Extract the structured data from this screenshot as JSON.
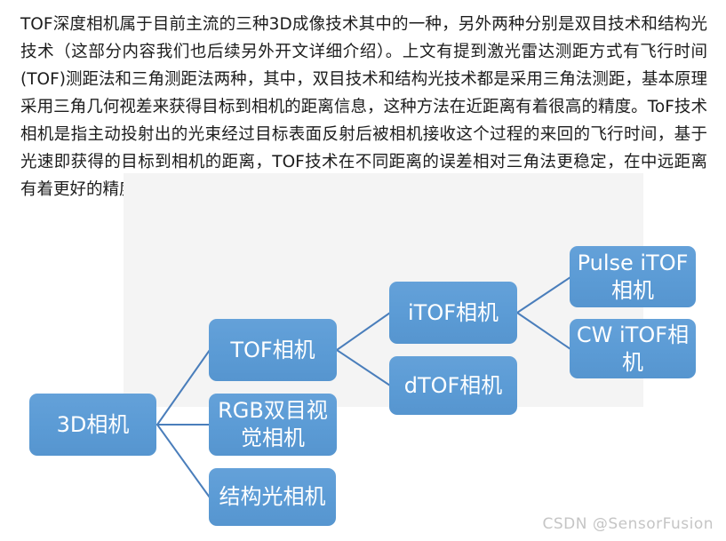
{
  "article": {
    "paragraph": "TOF深度相机属于目前主流的三种3D成像技术其中的一种，另外两种分别是双目技术和结构光技术（这部分内容我们也后续另外开文详细介绍）。上文有提到激光雷达测距方式有飞行时间(TOF)测距法和三角测距法两种，其中，双目技术和结构光技术都是采用三角法测距，基本原理采用三角几何视差来获得目标到相机的距离信息，这种方法在近距离有着很高的精度。ToF技术相机是指主动投射出的光束经过目标表面反射后被相机接收这个过程的来回的飞行时间，基于光速即获得的目标到相机的距离，TOF技术在不同距离的误差相对三角法更稳定，在中远距离有着更好的精度。"
  },
  "diagram": {
    "type": "hierarchy-tree",
    "nodes": [
      {
        "id": "3d-camera",
        "label": "3D相机",
        "parent": null
      },
      {
        "id": "tof-camera",
        "label": "TOF相机",
        "parent": "3d-camera"
      },
      {
        "id": "rgb-stereo-camera",
        "label": "RGB双目视觉相机",
        "parent": "3d-camera"
      },
      {
        "id": "structured-light-camera",
        "label": "结构光相机",
        "parent": "3d-camera"
      },
      {
        "id": "itof-camera",
        "label": "iTOF相机",
        "parent": "tof-camera"
      },
      {
        "id": "dtof-camera",
        "label": "dTOF相机",
        "parent": "tof-camera"
      },
      {
        "id": "pulse-itof-camera",
        "label": "Pulse iTOF相机",
        "parent": "itof-camera"
      },
      {
        "id": "cw-itof-camera",
        "label": "CW iTOF相机",
        "parent": "itof-camera"
      }
    ],
    "colors": {
      "node_fill": "#5b9bd5",
      "node_text": "#ffffff",
      "connector": "#4a7ebb",
      "canvas_background": "#f4f4f4"
    }
  },
  "watermark": {
    "text": "CSDN @SensorFusion",
    "color": "#c5c5c5"
  }
}
